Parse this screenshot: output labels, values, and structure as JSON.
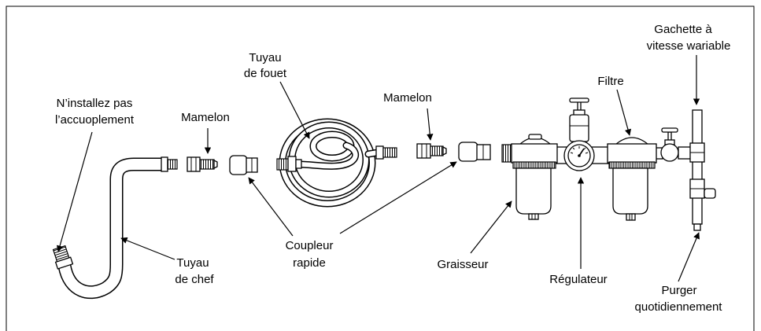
{
  "labels": {
    "ne_pas_installer": {
      "line1": "N’installez pas",
      "line2": "l’accuoplement"
    },
    "mamelon_1": "Mamelon",
    "tuyau_fouet": {
      "line1": "Tuyau",
      "line2": "de fouet"
    },
    "mamelon_2": "Mamelon",
    "gachette": {
      "line1": "Gachette à",
      "line2": "vitesse wariable"
    },
    "filtre": "Filtre",
    "coupleur": {
      "line1": "Coupleur",
      "line2": "rapide"
    },
    "tuyau_chef": {
      "line1": "Tuyau",
      "line2": "de chef"
    },
    "graisseur": "Graisseur",
    "regulateur": "Régulateur",
    "purger": {
      "line1": "Purger",
      "line2": "quotidiennement"
    }
  }
}
